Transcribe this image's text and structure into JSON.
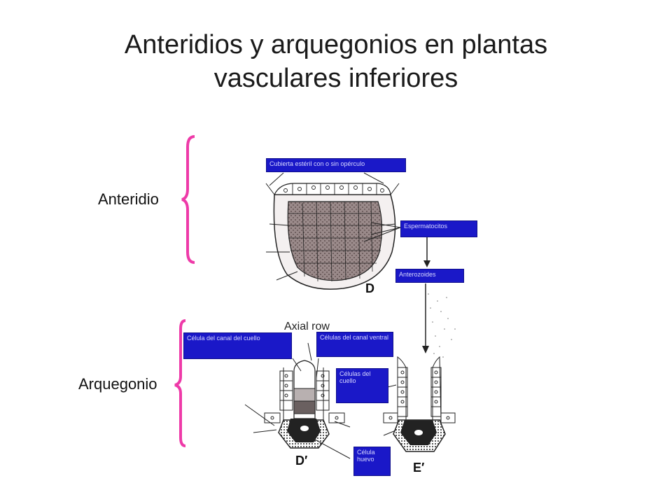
{
  "title_line1": "Anteridios y arquegonios en plantas",
  "title_line2": "vasculares inferiores",
  "labels": {
    "anteridio": "Anteridio",
    "arquegonio": "Arquegonio"
  },
  "tags": {
    "cubierta": "Cubierta estéril con o sin opérculo",
    "espermatocitos": "Espermatocitos",
    "anterozoides": "Anterozoides",
    "canal_cuello": "Célula del canal del cuello",
    "canal_ventral": "Células del canal ventral",
    "cuello": "Células del cuello",
    "huevo": "Célula huevo"
  },
  "figure": {
    "letter_d": "D",
    "letter_d_prime": "D′",
    "letter_e_prime": "E′",
    "axial_row": "Axial row"
  },
  "colors": {
    "brace": "#ee3aa8",
    "tag_bg": "#1a18c8"
  }
}
